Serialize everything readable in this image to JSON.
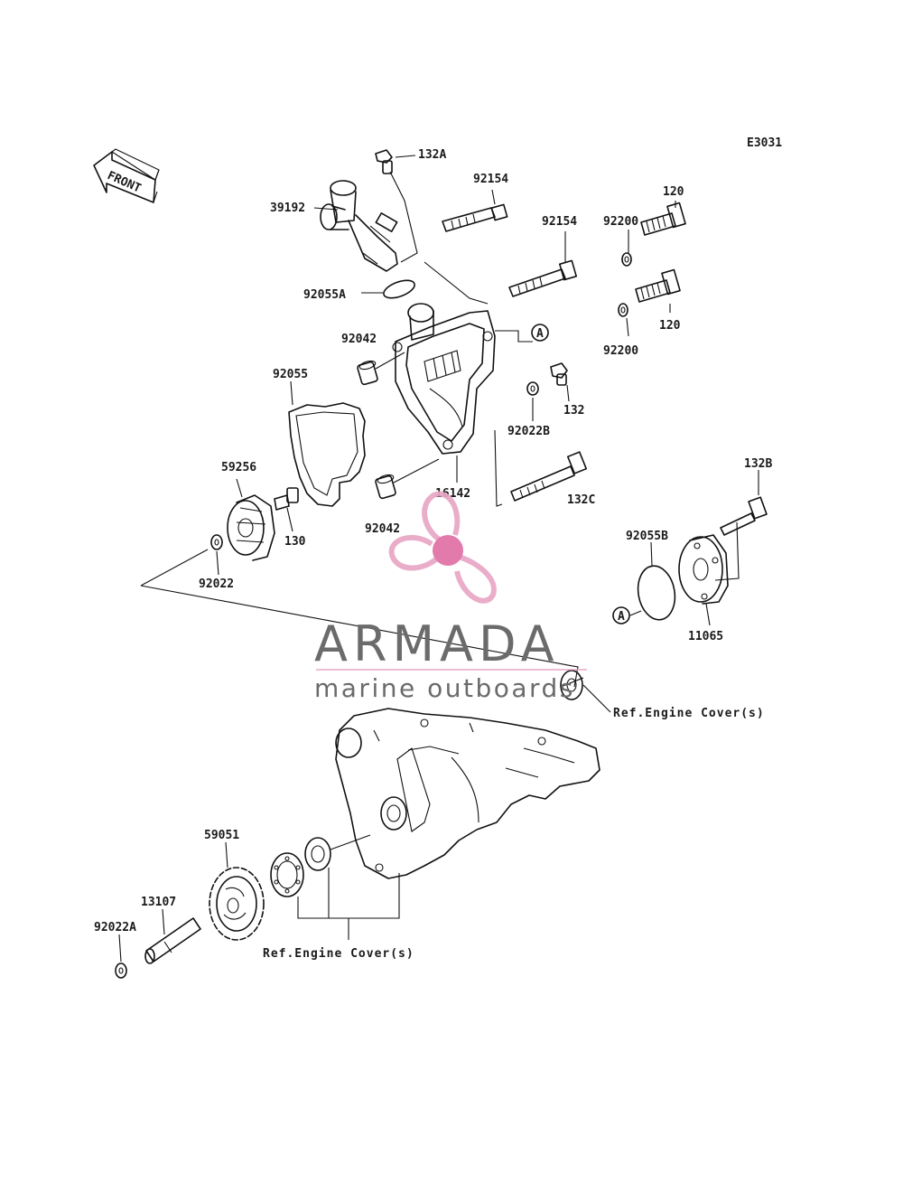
{
  "diagram_id": "E3031",
  "front_label": "FRONT",
  "callouts": {
    "c132A": "132A",
    "c39192": "39192",
    "c92154a": "92154",
    "c92154b": "92154",
    "c120a": "120",
    "c92200a": "92200",
    "c92055A": "92055A",
    "calloutA1": "A",
    "c92042a": "92042",
    "c120b": "120",
    "c92200b": "92200",
    "c92055": "92055",
    "c132": "132",
    "c92022B": "92022B",
    "c59256": "59256",
    "c16142": "16142",
    "c132C": "132C",
    "c132B": "132B",
    "c130": "130",
    "c92042b": "92042",
    "c92022": "92022",
    "c92055B": "92055B",
    "calloutA2": "A",
    "c11065": "11065",
    "c59051": "59051",
    "c13107": "13107",
    "c92022A": "92022A"
  },
  "references": {
    "engine_cover_right": "Ref.Engine Cover(s)",
    "engine_cover_bottom": "Ref.Engine Cover(s)"
  },
  "watermark": {
    "brand": "ARMADA",
    "tagline": "marine outboards",
    "pink": "#e8a7c6",
    "pink_center": "#e06fa5",
    "gray": "#6b6b6b"
  }
}
